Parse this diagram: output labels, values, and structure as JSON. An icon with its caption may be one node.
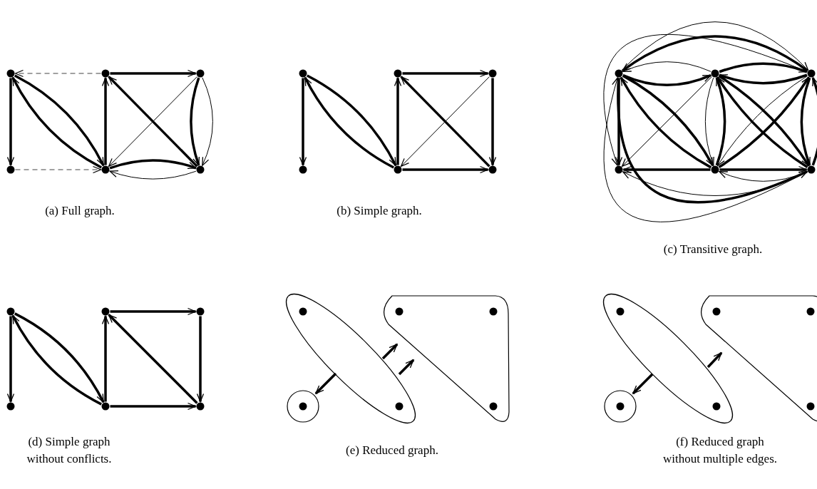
{
  "diagram": {
    "nodes": [
      {
        "text": [],
        "shape": "dot"
      },
      {
        "text": [],
        "shape": "dot"
      },
      {
        "text": [],
        "shape": "dot"
      },
      {
        "text": [],
        "shape": "dot"
      },
      {
        "text": [],
        "shape": "dot"
      },
      {
        "text": [],
        "shape": "dot"
      },
      {
        "text": [],
        "shape": "dot"
      },
      {
        "text": [],
        "shape": "dot"
      },
      {
        "text": [],
        "shape": "dot"
      },
      {
        "text": [],
        "shape": "dot"
      },
      {
        "text": [],
        "shape": "dot"
      },
      {
        "text": [],
        "shape": "dot"
      },
      {
        "text": [],
        "shape": "dot"
      },
      {
        "text": [],
        "shape": "dot"
      },
      {
        "text": [],
        "shape": "dot"
      },
      {
        "text": [],
        "shape": "dot"
      },
      {
        "text": [],
        "shape": "dot"
      },
      {
        "text": [],
        "shape": "dot"
      },
      {
        "text": [],
        "shape": "dot"
      },
      {
        "text": [],
        "shape": "dot"
      },
      {
        "text": [],
        "shape": "dot"
      },
      {
        "text": [],
        "shape": "dot"
      },
      {
        "text": [],
        "shape": "dot"
      },
      {
        "text": [],
        "shape": "dot"
      },
      {
        "text": [],
        "shape": "ellipse"
      },
      {
        "text": [],
        "shape": "dot",
        "in": 24
      },
      {
        "text": [],
        "shape": "dot",
        "in": 24
      },
      {
        "text": [],
        "shape": "triangle"
      },
      {
        "text": [],
        "shape": "dot",
        "in": 27
      },
      {
        "text": [],
        "shape": "dot",
        "in": 27
      },
      {
        "text": [],
        "shape": "dot",
        "in": 27
      },
      {
        "text": [],
        "shape": "circle"
      },
      {
        "text": [],
        "shape": "dot",
        "in": 31
      },
      {
        "text": [],
        "shape": "ellipse"
      },
      {
        "text": [],
        "shape": "dot",
        "in": 33
      },
      {
        "text": [],
        "shape": "dot",
        "in": 33
      },
      {
        "text": [],
        "shape": "triangle"
      },
      {
        "text": [],
        "shape": "dot",
        "in": 36
      },
      {
        "text": [],
        "shape": "dot",
        "in": 36
      },
      {
        "text": [],
        "shape": "dot",
        "in": 36
      },
      {
        "text": [],
        "shape": "circle"
      },
      {
        "text": [],
        "shape": "dot",
        "in": 40
      }
    ],
    "edges": [
      {
        "from": 1,
        "to": 0,
        "arrow": "to",
        "style": "dashed"
      },
      {
        "from": 3,
        "to": 4,
        "arrow": "to",
        "style": "dashed"
      },
      {
        "from": 0,
        "to": 3,
        "arrow": "to"
      },
      {
        "from": 0,
        "to": 4,
        "arrow": "to"
      },
      {
        "from": 4,
        "to": 0,
        "arrow": "to"
      },
      {
        "from": 4,
        "to": 1,
        "arrow": "to"
      },
      {
        "from": 1,
        "to": 2,
        "arrow": "to"
      },
      {
        "from": 5,
        "to": 1,
        "arrow": "to"
      },
      {
        "from": 2,
        "to": 4,
        "arrow": "to"
      },
      {
        "from": 2,
        "to": 5,
        "arrow": "to"
      },
      {
        "from": 2,
        "to": 5,
        "arrow": "to"
      },
      {
        "from": 4,
        "to": 5,
        "arrow": "to"
      },
      {
        "from": 5,
        "to": 4,
        "arrow": "to"
      },
      {
        "from": 6,
        "to": 9,
        "arrow": "to"
      },
      {
        "from": 6,
        "to": 10,
        "arrow": "to"
      },
      {
        "from": 10,
        "to": 6,
        "arrow": "to"
      },
      {
        "from": 10,
        "to": 7,
        "arrow": "to"
      },
      {
        "from": 7,
        "to": 8,
        "arrow": "to"
      },
      {
        "from": 11,
        "to": 7,
        "arrow": "to"
      },
      {
        "from": 8,
        "to": 10,
        "arrow": "to"
      },
      {
        "from": 8,
        "to": 11,
        "arrow": "to"
      },
      {
        "from": 10,
        "to": 11,
        "arrow": "to"
      },
      {
        "from": 12,
        "to": 15,
        "arrow": "to"
      },
      {
        "from": 12,
        "to": 13,
        "arrow": "to"
      },
      {
        "from": 13,
        "to": 12,
        "arrow": "to"
      },
      {
        "from": 12,
        "to": 14,
        "arrow": "to"
      },
      {
        "from": 14,
        "to": 12,
        "arrow": "to"
      },
      {
        "from": 12,
        "to": 16,
        "arrow": "to"
      },
      {
        "from": 16,
        "to": 12,
        "arrow": "to"
      },
      {
        "from": 12,
        "to": 17,
        "arrow": "to"
      },
      {
        "from": 17,
        "to": 12,
        "arrow": "to"
      },
      {
        "from": 13,
        "to": 14,
        "arrow": "to"
      },
      {
        "from": 14,
        "to": 13,
        "arrow": "to"
      },
      {
        "from": 13,
        "to": 16,
        "arrow": "to"
      },
      {
        "from": 16,
        "to": 13,
        "arrow": "to"
      },
      {
        "from": 13,
        "to": 17,
        "arrow": "to"
      },
      {
        "from": 17,
        "to": 13,
        "arrow": "to"
      },
      {
        "from": 14,
        "to": 16,
        "arrow": "to"
      },
      {
        "from": 16,
        "to": 14,
        "arrow": "to"
      },
      {
        "from": 14,
        "to": 17,
        "arrow": "to"
      },
      {
        "from": 17,
        "to": 14,
        "arrow": "to"
      },
      {
        "from": 16,
        "to": 17,
        "arrow": "to"
      },
      {
        "from": 17,
        "to": 16,
        "arrow": "to"
      },
      {
        "from": 13,
        "to": 15,
        "arrow": "to"
      },
      {
        "from": 14,
        "to": 15,
        "arrow": "to"
      },
      {
        "from": 16,
        "to": 15,
        "arrow": "to"
      },
      {
        "from": 17,
        "to": 15,
        "arrow": "to"
      },
      {
        "from": 18,
        "to": 21,
        "arrow": "to"
      },
      {
        "from": 18,
        "to": 22,
        "arrow": "to"
      },
      {
        "from": 22,
        "to": 18,
        "arrow": "to"
      },
      {
        "from": 22,
        "to": 19,
        "arrow": "to"
      },
      {
        "from": 19,
        "to": 20,
        "arrow": "to"
      },
      {
        "from": 23,
        "to": 19,
        "arrow": "to"
      },
      {
        "from": 20,
        "to": 23,
        "arrow": "to"
      },
      {
        "from": 22,
        "to": 23,
        "arrow": "to"
      },
      {
        "from": 24,
        "to": 31,
        "arrow": "to"
      },
      {
        "from": 24,
        "to": 27,
        "arrow": "to"
      },
      {
        "from": 24,
        "to": 27,
        "arrow": "to"
      },
      {
        "from": 33,
        "to": 40,
        "arrow": "to"
      },
      {
        "from": 33,
        "to": 36,
        "arrow": "to"
      }
    ],
    "labels": [
      "(a) Full graph.",
      "(b) Simple graph.",
      "(c) Transitive graph.",
      "(d) Simple graph without conflicts.",
      "(e) Reduced graph.",
      "(f) Reduced graph without multiple edges."
    ]
  }
}
